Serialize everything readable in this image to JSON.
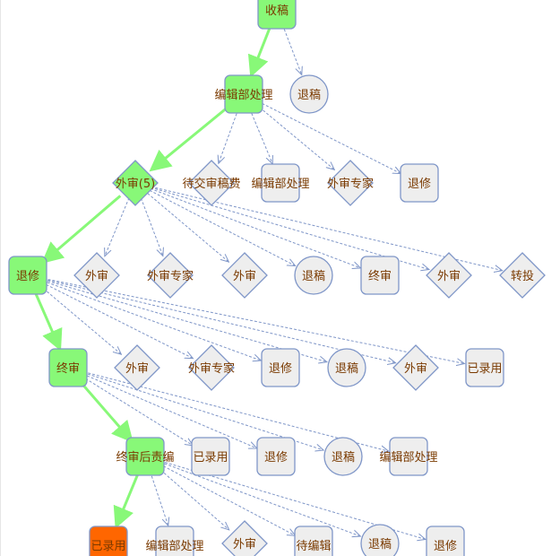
{
  "colors": {
    "done": "#88f878",
    "current": "#ff6600",
    "pending": "#eeeeee",
    "border": "#7f96c8",
    "taken_edge": "#88f878",
    "option_edge": "#7f96c8",
    "label": "#7a3a00"
  },
  "nodes": [
    {
      "id": "n1",
      "label": "收稿",
      "shape": "rect",
      "status": "done"
    },
    {
      "id": "n2",
      "label": "编辑部处理",
      "shape": "rect",
      "status": "done"
    },
    {
      "id": "n3",
      "label": "退稿",
      "shape": "circle",
      "status": "pending"
    },
    {
      "id": "n4",
      "label": "外审(5)",
      "shape": "diamond",
      "status": "done"
    },
    {
      "id": "n5",
      "label": "待交审稿费",
      "shape": "diamond",
      "status": "pending"
    },
    {
      "id": "n6",
      "label": "编辑部处理",
      "shape": "rect",
      "status": "pending"
    },
    {
      "id": "n7",
      "label": "外审专家",
      "shape": "diamond",
      "status": "pending"
    },
    {
      "id": "n8",
      "label": "退修",
      "shape": "rect",
      "status": "pending"
    },
    {
      "id": "n9",
      "label": "退修",
      "shape": "rect",
      "status": "done"
    },
    {
      "id": "n10",
      "label": "外审",
      "shape": "diamond",
      "status": "pending"
    },
    {
      "id": "n11",
      "label": "外审专家",
      "shape": "diamond",
      "status": "pending"
    },
    {
      "id": "n12",
      "label": "外审",
      "shape": "diamond",
      "status": "pending"
    },
    {
      "id": "n13",
      "label": "退稿",
      "shape": "circle",
      "status": "pending"
    },
    {
      "id": "n14",
      "label": "终审",
      "shape": "rect",
      "status": "pending"
    },
    {
      "id": "n15",
      "label": "外审",
      "shape": "diamond",
      "status": "pending"
    },
    {
      "id": "n16",
      "label": "转投",
      "shape": "diamond",
      "status": "pending"
    },
    {
      "id": "n17",
      "label": "终审",
      "shape": "rect",
      "status": "done"
    },
    {
      "id": "n18",
      "label": "外审",
      "shape": "diamond",
      "status": "pending"
    },
    {
      "id": "n19",
      "label": "外审专家",
      "shape": "diamond",
      "status": "pending"
    },
    {
      "id": "n20",
      "label": "退修",
      "shape": "rect",
      "status": "pending"
    },
    {
      "id": "n21",
      "label": "退稿",
      "shape": "circle",
      "status": "pending"
    },
    {
      "id": "n22",
      "label": "外审",
      "shape": "diamond",
      "status": "pending"
    },
    {
      "id": "n23",
      "label": "已录用",
      "shape": "rect",
      "status": "pending"
    },
    {
      "id": "n24",
      "label": "终审后责编",
      "shape": "rect",
      "status": "done"
    },
    {
      "id": "n25",
      "label": "已录用",
      "shape": "rect",
      "status": "pending"
    },
    {
      "id": "n26",
      "label": "退修",
      "shape": "rect",
      "status": "pending"
    },
    {
      "id": "n27",
      "label": "退稿",
      "shape": "circle",
      "status": "pending"
    },
    {
      "id": "n28",
      "label": "编辑部处理",
      "shape": "rect",
      "status": "pending"
    },
    {
      "id": "n29",
      "label": "已录用",
      "shape": "rect",
      "status": "current"
    },
    {
      "id": "n30",
      "label": "编辑部处理",
      "shape": "rect",
      "status": "pending"
    },
    {
      "id": "n31",
      "label": "外审",
      "shape": "diamond",
      "status": "pending"
    },
    {
      "id": "n32",
      "label": "待编辑",
      "shape": "rect",
      "status": "pending"
    },
    {
      "id": "n33",
      "label": "退稿",
      "shape": "circle",
      "status": "pending"
    },
    {
      "id": "n34",
      "label": "退修",
      "shape": "rect",
      "status": "pending"
    }
  ],
  "edges": [
    {
      "from": "n1",
      "to": "n2",
      "type": "taken"
    },
    {
      "from": "n1",
      "to": "n3",
      "type": "option"
    },
    {
      "from": "n2",
      "to": "n4",
      "type": "taken"
    },
    {
      "from": "n2",
      "to": "n5",
      "type": "option"
    },
    {
      "from": "n2",
      "to": "n6",
      "type": "option"
    },
    {
      "from": "n2",
      "to": "n7",
      "type": "option"
    },
    {
      "from": "n2",
      "to": "n8",
      "type": "option"
    },
    {
      "from": "n4",
      "to": "n9",
      "type": "taken"
    },
    {
      "from": "n4",
      "to": "n10",
      "type": "option"
    },
    {
      "from": "n4",
      "to": "n11",
      "type": "option"
    },
    {
      "from": "n4",
      "to": "n12",
      "type": "option"
    },
    {
      "from": "n4",
      "to": "n13",
      "type": "option"
    },
    {
      "from": "n4",
      "to": "n14",
      "type": "option"
    },
    {
      "from": "n4",
      "to": "n15",
      "type": "option"
    },
    {
      "from": "n4",
      "to": "n16",
      "type": "option"
    },
    {
      "from": "n9",
      "to": "n17",
      "type": "taken"
    },
    {
      "from": "n9",
      "to": "n18",
      "type": "option"
    },
    {
      "from": "n9",
      "to": "n19",
      "type": "option"
    },
    {
      "from": "n9",
      "to": "n20",
      "type": "option"
    },
    {
      "from": "n9",
      "to": "n21",
      "type": "option"
    },
    {
      "from": "n9",
      "to": "n22",
      "type": "option"
    },
    {
      "from": "n9",
      "to": "n23",
      "type": "option"
    },
    {
      "from": "n17",
      "to": "n24",
      "type": "taken"
    },
    {
      "from": "n17",
      "to": "n25",
      "type": "option"
    },
    {
      "from": "n17",
      "to": "n26",
      "type": "option"
    },
    {
      "from": "n17",
      "to": "n27",
      "type": "option"
    },
    {
      "from": "n17",
      "to": "n28",
      "type": "option"
    },
    {
      "from": "n24",
      "to": "n29",
      "type": "taken"
    },
    {
      "from": "n24",
      "to": "n30",
      "type": "option"
    },
    {
      "from": "n24",
      "to": "n31",
      "type": "option"
    },
    {
      "from": "n24",
      "to": "n32",
      "type": "option"
    },
    {
      "from": "n24",
      "to": "n33",
      "type": "option"
    },
    {
      "from": "n24",
      "to": "n34",
      "type": "option"
    }
  ]
}
